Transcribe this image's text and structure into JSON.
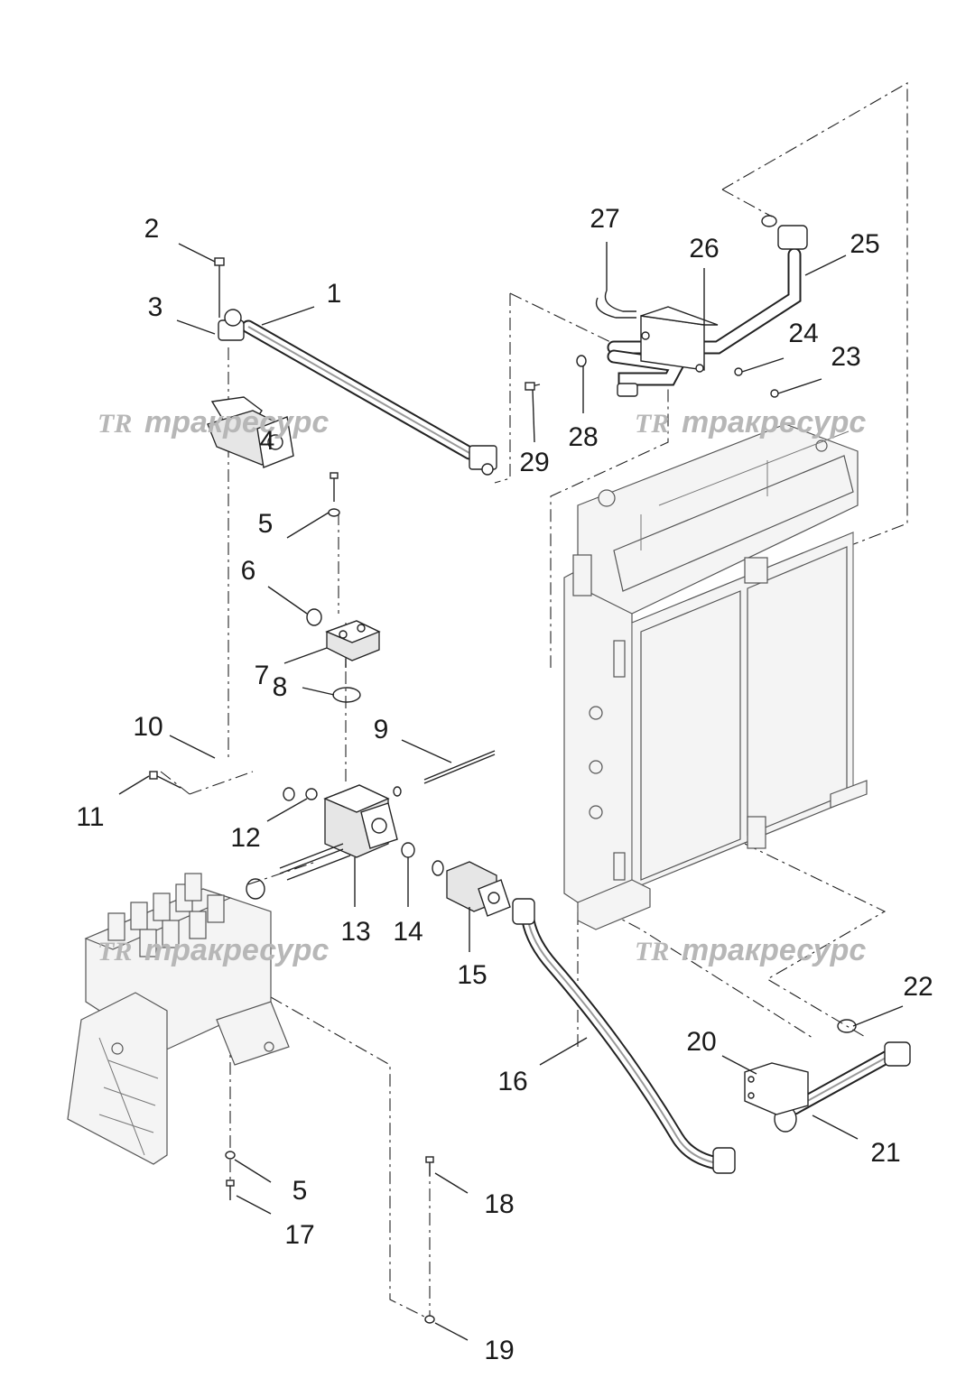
{
  "watermarks": [
    {
      "mark": "TR",
      "text": "тракресурс"
    },
    {
      "mark": "TR",
      "text": "тракресурс"
    },
    {
      "mark": "TR",
      "text": "тракресурс"
    },
    {
      "mark": "TR",
      "text": "тракресурс"
    }
  ],
  "callouts": [
    "1",
    "2",
    "3",
    "4",
    "5",
    "6",
    "7",
    "8",
    "9",
    "10",
    "11",
    "12",
    "13",
    "14",
    "15",
    "16",
    "17",
    "18",
    "19",
    "20",
    "21",
    "22",
    "23",
    "24",
    "25",
    "26",
    "27",
    "28",
    "29",
    "5"
  ]
}
